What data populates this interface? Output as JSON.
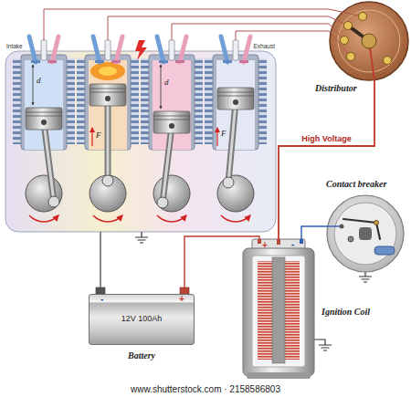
{
  "diagram": {
    "nodes": [
      {
        "text": [
          "Intake",
          "Exhaust"
        ]
      },
      {
        "text": [
          "Distributor"
        ]
      },
      {
        "text": [
          "Contact breaker"
        ]
      },
      {
        "text": [
          "+",
          "-",
          "Ignition Coil"
        ]
      },
      {
        "text": [
          "-",
          "+",
          "12V 100Ah",
          "Battery"
        ]
      }
    ],
    "edges": [
      {
        "from": 1,
        "to": 0,
        "arrow": "none"
      },
      {
        "from": 1,
        "to": 0,
        "arrow": "none"
      },
      {
        "from": 1,
        "to": 0,
        "arrow": "none"
      },
      {
        "from": 1,
        "to": 0,
        "arrow": "none"
      },
      {
        "from": 3,
        "to": 1,
        "label": "High Voltage",
        "arrow": "none"
      },
      {
        "from": 3,
        "to": 2,
        "arrow": "none"
      },
      {
        "from": 4,
        "to": 3,
        "arrow": "none"
      },
      {
        "from": 4,
        "to": 0,
        "arrow": "none"
      }
    ],
    "labels": [
      "d",
      "F",
      "d",
      "F",
      "www.shutterstock.com · 2158586803"
    ]
  }
}
